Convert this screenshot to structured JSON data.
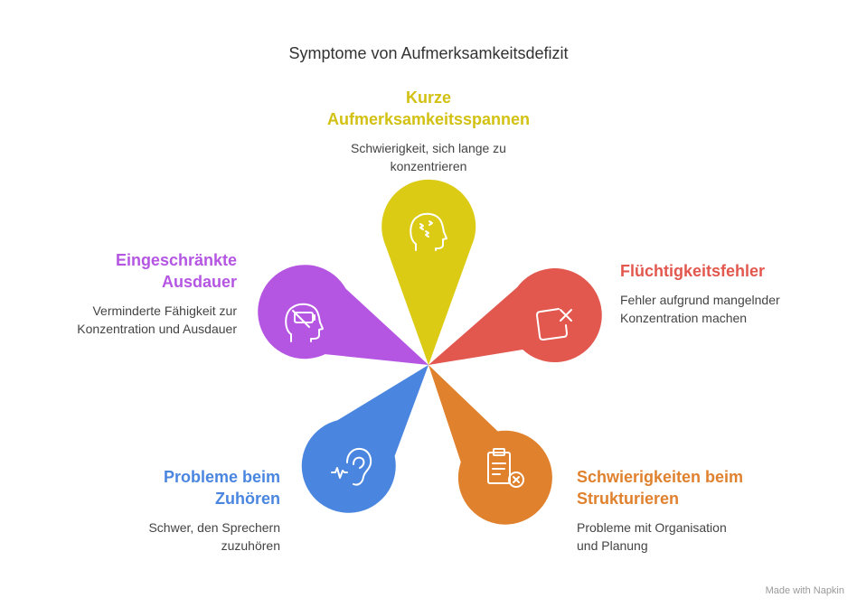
{
  "title": "Symptome von Aufmerksamkeitsdefizit",
  "colors": {
    "yellow": "#dccb15",
    "red": "#e2574e",
    "orange": "#e0812e",
    "blue": "#4a86e0",
    "purple": "#b556e3",
    "icon_stroke": "#ffffff"
  },
  "petals": [
    {
      "key": "top",
      "heading_line1": "Kurze",
      "heading_line2": "Aufmerksamkeitsspannen",
      "desc_line1": "Schwierigkeit, sich lange zu",
      "desc_line2": "konzentrieren",
      "icon": "head-brain-icon",
      "color": "#dccb15"
    },
    {
      "key": "right",
      "heading_line1": "Flüchtigkeitsfehler",
      "heading_line2": "",
      "desc_line1": "Fehler aufgrund mangelnder",
      "desc_line2": "Konzentration machen",
      "icon": "box-x-icon",
      "color": "#e2574e"
    },
    {
      "key": "bottom_right",
      "heading_line1": "Schwierigkeiten beim",
      "heading_line2": "Strukturieren",
      "desc_line1": "Probleme mit Organisation",
      "desc_line2": "und Planung",
      "icon": "clipboard-x-icon",
      "color": "#e0812e"
    },
    {
      "key": "bottom_left",
      "heading_line1": "Probleme beim",
      "heading_line2": "Zuhören",
      "desc_line1": "Schwer, den Sprechern",
      "desc_line2": "zuzuhören",
      "icon": "ear-icon",
      "color": "#4a86e0"
    },
    {
      "key": "left",
      "heading_line1": "Eingeschränkte",
      "heading_line2": "Ausdauer",
      "desc_line1": "Verminderte Fähigkeit zur",
      "desc_line2": "Konzentration und Ausdauer",
      "icon": "head-battery-icon",
      "color": "#b556e3"
    }
  ],
  "watermark": "Made with  Napkin"
}
